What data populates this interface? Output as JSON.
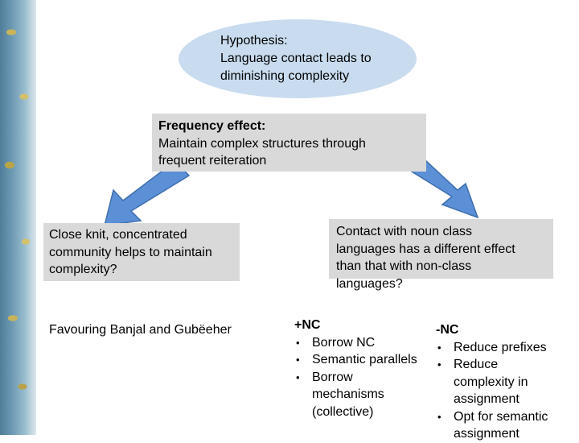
{
  "hypothesis": {
    "lines": [
      "Hypothesis:",
      "Language contact leads to",
      "diminishing complexity"
    ]
  },
  "frequency_effect": {
    "title": "Frequency effect:",
    "lines": [
      "Maintain complex structures through",
      "frequent reiteration"
    ]
  },
  "left_branch": {
    "lines": [
      "Close knit, concentrated",
      "community helps to maintain",
      "complexity?"
    ],
    "note": "Favouring Banjal and Gubëeher"
  },
  "right_branch": {
    "lines": [
      "Contact with noun class",
      "languages has a different effect",
      "than that with non-class",
      "languages?"
    ]
  },
  "plus_nc": {
    "heading": "+NC",
    "items": [
      {
        "lines": [
          "Borrow NC"
        ]
      },
      {
        "lines": [
          "Semantic parallels"
        ]
      },
      {
        "lines": [
          "Borrow",
          "mechanisms",
          "(collective)"
        ]
      }
    ]
  },
  "minus_nc": {
    "heading": "-NC",
    "items": [
      {
        "lines": [
          "Reduce prefixes"
        ]
      },
      {
        "lines": [
          "Reduce",
          "complexity in",
          "assignment"
        ]
      },
      {
        "lines": [
          "Opt for semantic",
          "assignment"
        ]
      }
    ]
  },
  "colors": {
    "oval_fill": "#c9dcef",
    "box_fill": "#d9d9d9",
    "arrow_fill": "#5b8fd6",
    "arrow_stroke": "#3e6fae"
  }
}
